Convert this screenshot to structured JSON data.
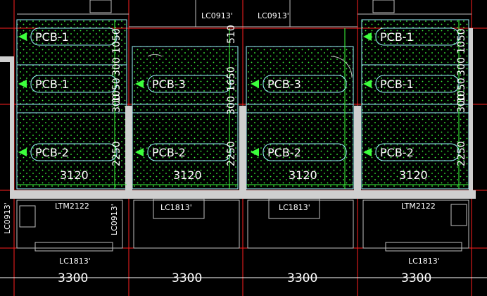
{
  "slab_labels": {
    "a": "PCB-1",
    "b": "PCB-2",
    "c": "PCB-3"
  },
  "room_widths": [
    "3120",
    "3120",
    "3120",
    "3120"
  ],
  "vertical_dims": [
    "1050",
    "300",
    "1050",
    "300",
    "2250",
    "510",
    "1650",
    "300",
    "2250",
    "1050",
    "300",
    "1050",
    "300",
    "2250"
  ],
  "window_tags": [
    "LC0913'",
    "LC0913'",
    "LC1813'",
    "LC1813'",
    "LC1813'",
    "LC1813'",
    "LC0913'",
    "LC0913'"
  ],
  "door_tags": [
    "LTM2122",
    "LTM2122"
  ],
  "axis_spacings": [
    "3300",
    "3300",
    "3300",
    "3300"
  ],
  "colors": {
    "background": "#000000",
    "wall": "#cfcfcf",
    "axis": "#ff2020",
    "slab_outline": "#9cf5ff",
    "hatch": "#3cff3c",
    "dimension": "#ffffff"
  }
}
